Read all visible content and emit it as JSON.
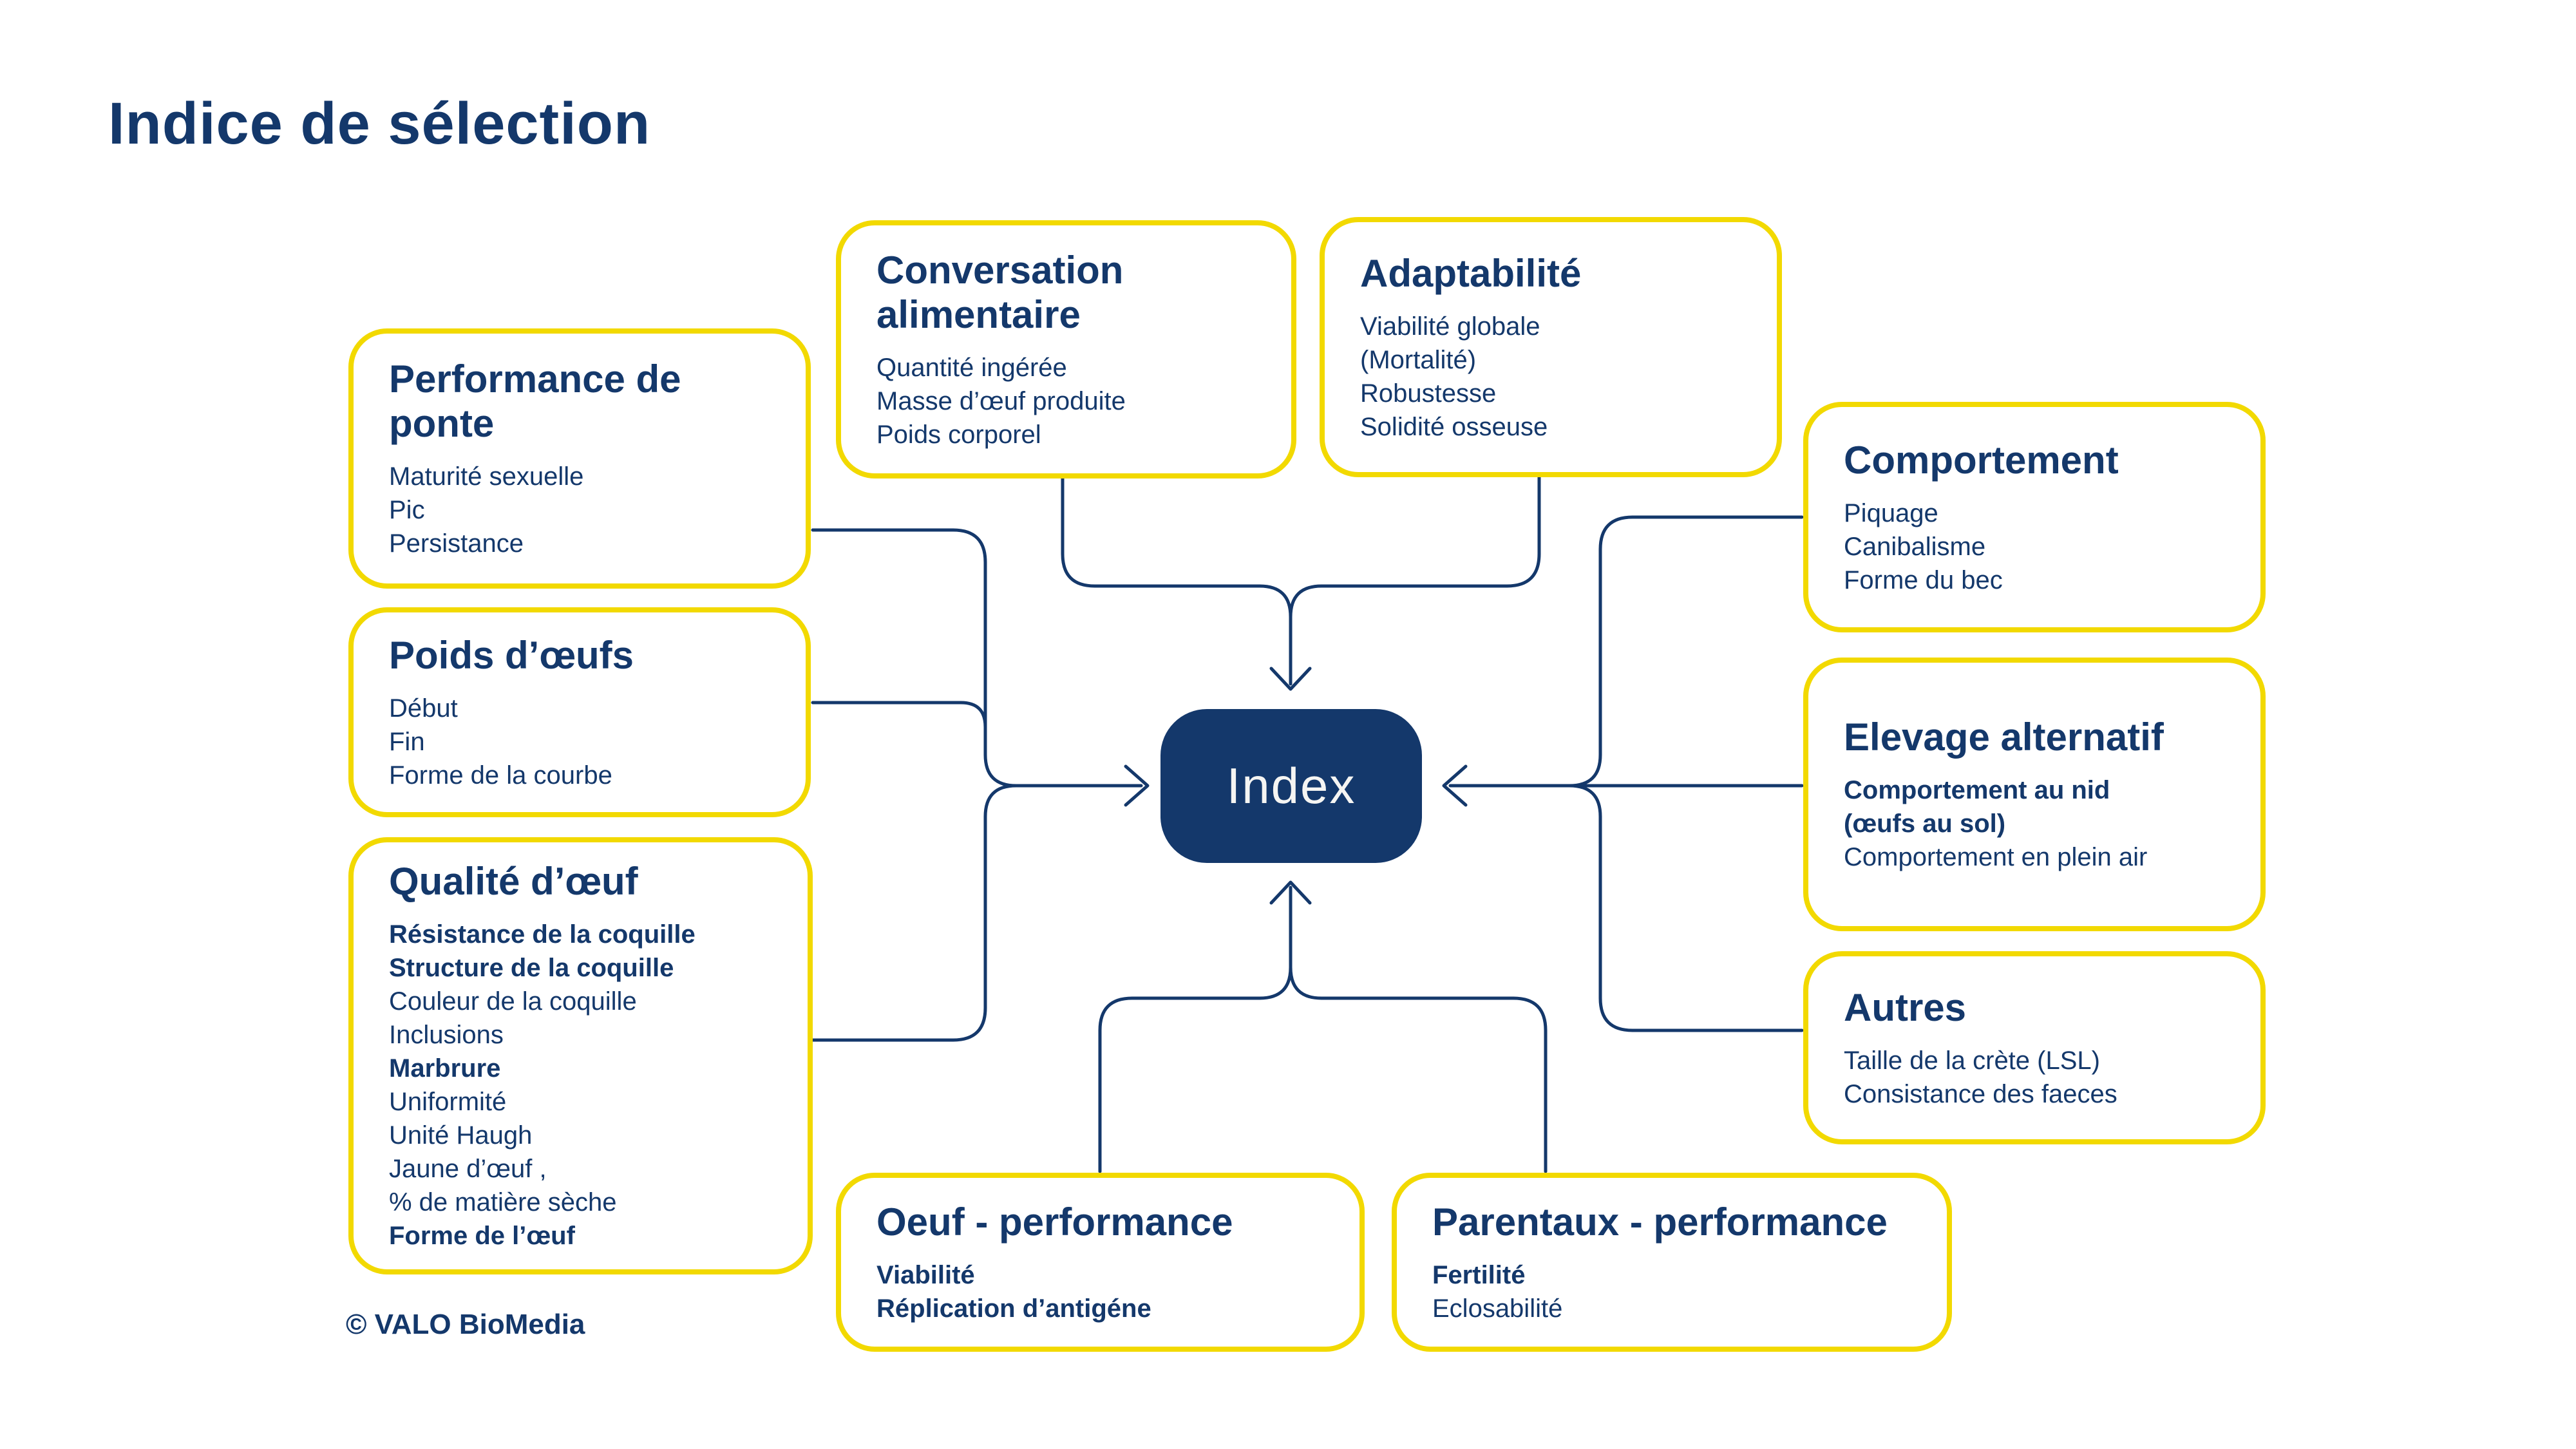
{
  "page": {
    "title": "Indice de sélection",
    "footer": "© VALO BioMedia"
  },
  "colors": {
    "navy": "#14386B",
    "yellow": "#F2D900",
    "white": "#FFFFFF"
  },
  "center": {
    "label": "Index"
  },
  "boxes": {
    "performance": {
      "title": "Performance de ponte",
      "items": [
        {
          "text": "Maturité sexuelle",
          "bold": false
        },
        {
          "text": "Pic",
          "bold": false
        },
        {
          "text": "Persistance",
          "bold": false
        }
      ]
    },
    "poids": {
      "title": "Poids d’œufs",
      "items": [
        {
          "text": "Début",
          "bold": false
        },
        {
          "text": "Fin",
          "bold": false
        },
        {
          "text": "Forme de la courbe",
          "bold": false
        }
      ]
    },
    "qualite": {
      "title": "Qualité d’œuf",
      "items": [
        {
          "text": "Résistance de la coquille",
          "bold": true
        },
        {
          "text": "Structure de la coquille",
          "bold": true
        },
        {
          "text": "Couleur de la coquille",
          "bold": false
        },
        {
          "text": "Inclusions",
          "bold": false
        },
        {
          "text": "Marbrure",
          "bold": true
        },
        {
          "text": "Uniformité",
          "bold": false
        },
        {
          "text": "Unité Haugh",
          "bold": false
        },
        {
          "text": "Jaune d’œuf ,",
          "bold": false
        },
        {
          "text": "% de matière sèche",
          "bold": false
        },
        {
          "text": "Forme de l’œuf",
          "bold": true
        }
      ]
    },
    "conversation": {
      "title": "Conversation alimentaire",
      "items": [
        {
          "text": "Quantité ingérée",
          "bold": false
        },
        {
          "text": "Masse d’œuf produite",
          "bold": false
        },
        {
          "text": "Poids corporel",
          "bold": false
        }
      ]
    },
    "adaptabilite": {
      "title": "Adaptabilité",
      "items": [
        {
          "text": "Viabilité globale",
          "bold": false
        },
        {
          "text": "(Mortalité)",
          "bold": false
        },
        {
          "text": "Robustesse",
          "bold": false
        },
        {
          "text": "Solidité osseuse",
          "bold": false
        }
      ]
    },
    "comportement": {
      "title": "Comportement",
      "items": [
        {
          "text": "Piquage",
          "bold": false
        },
        {
          "text": "Canibalisme",
          "bold": false
        },
        {
          "text": "Forme du bec",
          "bold": false
        }
      ]
    },
    "elevage": {
      "title": "Elevage alternatif",
      "items": [
        {
          "text": "Comportement au nid",
          "bold": true
        },
        {
          "text": "(œufs au sol)",
          "bold": true
        },
        {
          "text": "Comportement en plein air",
          "bold": false
        }
      ]
    },
    "autres": {
      "title": "Autres",
      "items": [
        {
          "text": "Taille de la crète (LSL)",
          "bold": false
        },
        {
          "text": "Consistance des faeces",
          "bold": false
        }
      ]
    },
    "oeuf": {
      "title": "Oeuf - performance",
      "items": [
        {
          "text": "Viabilité",
          "bold": true
        },
        {
          "text": "Réplication d’antigéne",
          "bold": true
        }
      ]
    },
    "parentaux": {
      "title": "Parentaux - performance",
      "items": [
        {
          "text": "Fertilité",
          "bold": true
        },
        {
          "text": "Eclosabilité",
          "bold": false
        }
      ]
    }
  }
}
